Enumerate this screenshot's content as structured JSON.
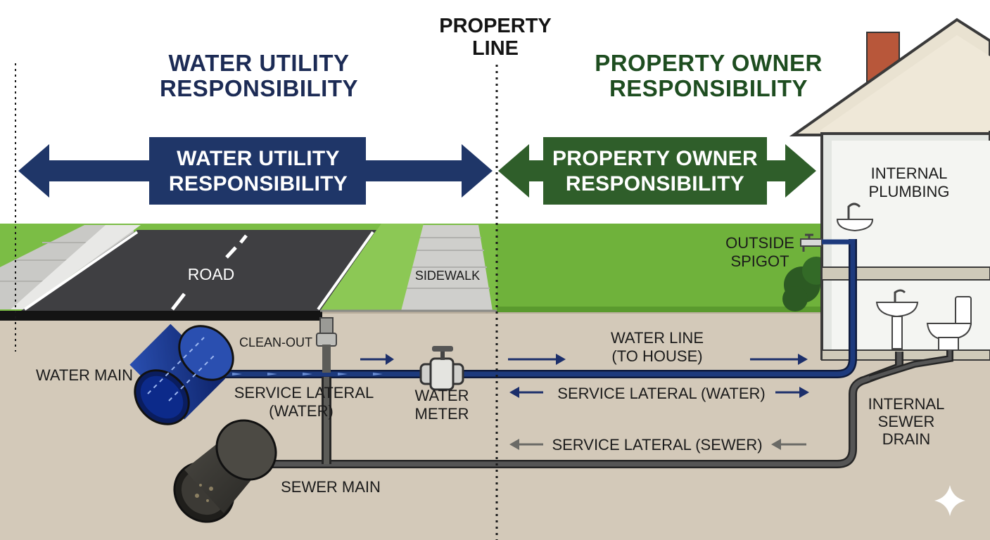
{
  "headers": {
    "utility": [
      "WATER UTILITY",
      "RESPONSIBILITY"
    ],
    "property_line": [
      "PROPERTY",
      "LINE"
    ],
    "owner": [
      "PROPERTY OWNER",
      "RESPONSIBILITY"
    ]
  },
  "banners": {
    "utility": [
      "WATER UTILITY",
      "RESPONSIBILITY"
    ],
    "owner": [
      "PROPERTY OWNER",
      "RESPONSIBILITY"
    ]
  },
  "labels": {
    "road": "ROAD",
    "sidewalk": "SIDEWALK",
    "clean_out": "CLEAN-OUT",
    "water_main": "WATER MAIN",
    "service_lateral_water": [
      "SERVICE LATERAL",
      "(WATER)"
    ],
    "water_meter": [
      "WATER",
      "METER"
    ],
    "sewer_main": "SEWER MAIN",
    "water_line": [
      "WATER LINE",
      "(TO HOUSE)"
    ],
    "service_lateral_water_owner": "SERVICE LATERAL (WATER)",
    "service_lateral_sewer_owner": "SERVICE LATERAL (SEWER)",
    "outside_spigot": [
      "OUTSIDE",
      "SPIGOT"
    ],
    "internal_plumbing": [
      "INTERNAL",
      "PLUMBING"
    ],
    "internal_sewer_drain": [
      "INTERNAL",
      "SEWER",
      "DRAIN"
    ]
  },
  "colors": {
    "utility_navy": "#1f3668",
    "owner_green": "#2f5e2a",
    "grass": "#7bbd45",
    "soil": "#d3c9b9",
    "road": "#3f3f42",
    "water_pipe": "#1a2f66",
    "sewer_pipe": "#4a4a4a"
  }
}
